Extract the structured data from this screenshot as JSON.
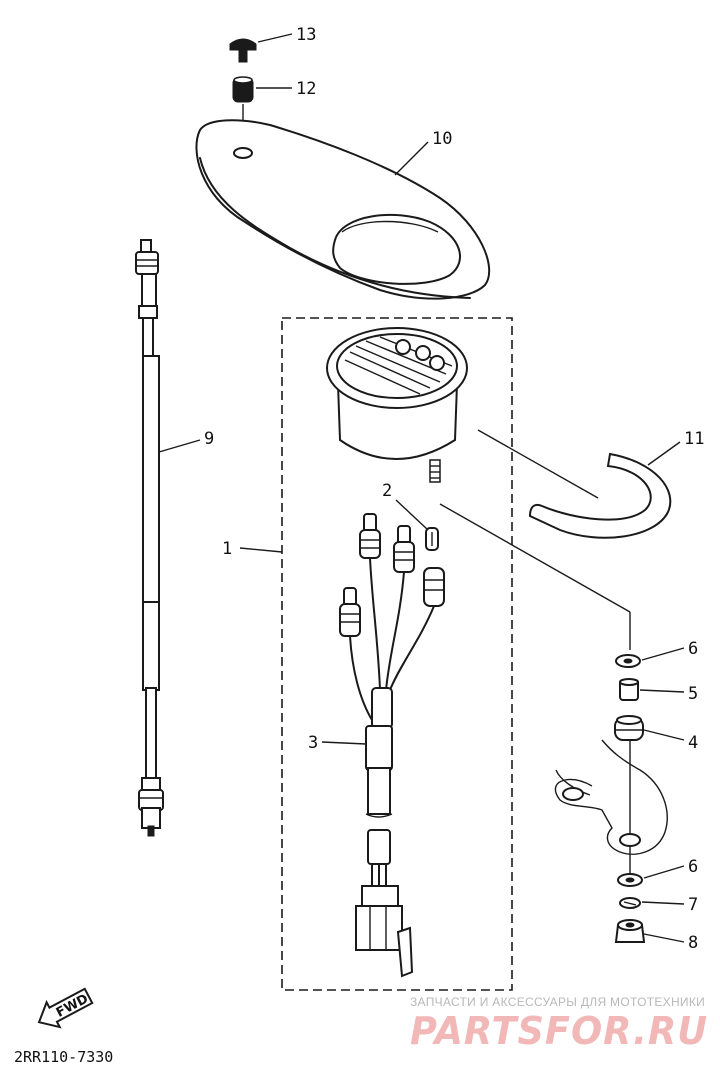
{
  "diagram": {
    "part_code": "2RR110-7330",
    "fwd_label": "FWD",
    "callouts": [
      "1",
      "2",
      "3",
      "4",
      "5",
      "6",
      "6",
      "7",
      "8",
      "9",
      "10",
      "11",
      "12",
      "13"
    ]
  },
  "watermark": {
    "tagline": "ЗАПЧАСТИ И АКСЕССУАРЫ ДЛЯ МОТОТЕХНИКИ",
    "brand": "PARTSFOR.RU"
  }
}
